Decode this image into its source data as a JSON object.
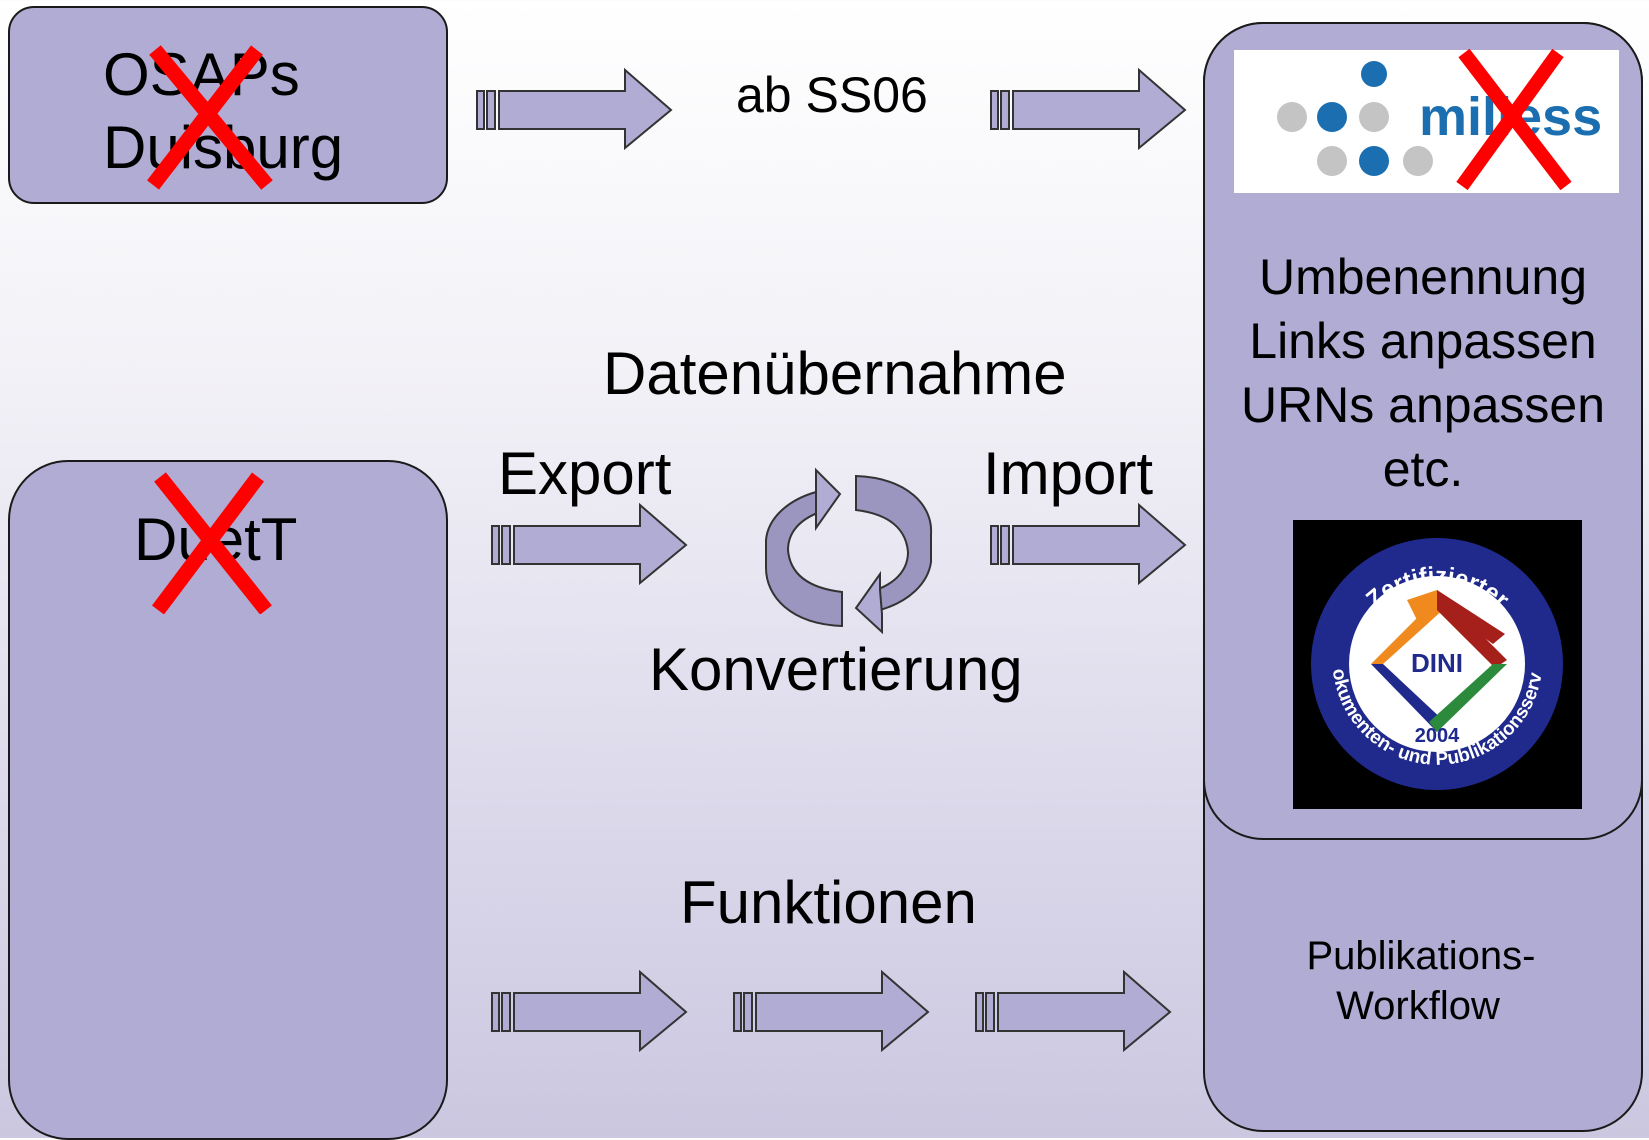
{
  "top_left_box": {
    "line1": "OSAPs",
    "line2": "Duisburg",
    "status": "crossed-out"
  },
  "top_middle_label": "ab SS06",
  "right_panel": {
    "logo": {
      "text": "milless",
      "icon": "milless-logo",
      "status": "crossed-out"
    },
    "tasks": [
      "Umbenennung",
      "Links anpassen",
      "URNs anpassen",
      "etc."
    ],
    "badge": {
      "icon": "dini-certificate-seal",
      "top_arc": "Zertifizierter",
      "center": "DINI",
      "year": "2004",
      "bottom_arc": "Dokumenten- und Publikationsserver"
    },
    "workflow_line1": "Publikations-",
    "workflow_line2": "Workflow"
  },
  "duett_box": {
    "label": "DuetT",
    "status": "crossed-out"
  },
  "middle": {
    "heading": "Datenübernahme",
    "export_label": "Export",
    "import_label": "Import",
    "conversion_label": "Konvertierung"
  },
  "bottom": {
    "heading": "Funktionen"
  },
  "colors": {
    "box_fill": "#b0acd3",
    "arrow_fill": "#b0acd3",
    "cross": "#ff0000",
    "milless_blue": "#1b6fb0",
    "dini_navy": "#1f2a8c"
  }
}
